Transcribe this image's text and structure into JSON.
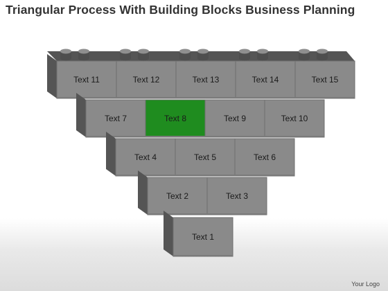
{
  "title": "Triangular Process With Building Blocks Business Planning",
  "logo_text": "Your Logo",
  "colors": {
    "block_front": "#8a8a8a",
    "block_side": "#555555",
    "block_top": "#a9a9a9",
    "highlight": "#1f8c1f",
    "text": "#1a1a1a"
  },
  "rows": [
    {
      "blocks": [
        {
          "label": "Text 11"
        },
        {
          "label": "Text 12"
        },
        {
          "label": "Text 13"
        },
        {
          "label": "Text 14"
        },
        {
          "label": "Text 15"
        }
      ]
    },
    {
      "blocks": [
        {
          "label": "Text 7"
        },
        {
          "label": "Text 8",
          "highlight": true
        },
        {
          "label": "Text 9"
        },
        {
          "label": "Text 10"
        }
      ]
    },
    {
      "blocks": [
        {
          "label": "Text 4"
        },
        {
          "label": "Text 5"
        },
        {
          "label": "Text 6"
        }
      ]
    },
    {
      "blocks": [
        {
          "label": "Text 2"
        },
        {
          "label": "Text 3"
        }
      ]
    },
    {
      "blocks": [
        {
          "label": "Text 1"
        }
      ]
    }
  ]
}
